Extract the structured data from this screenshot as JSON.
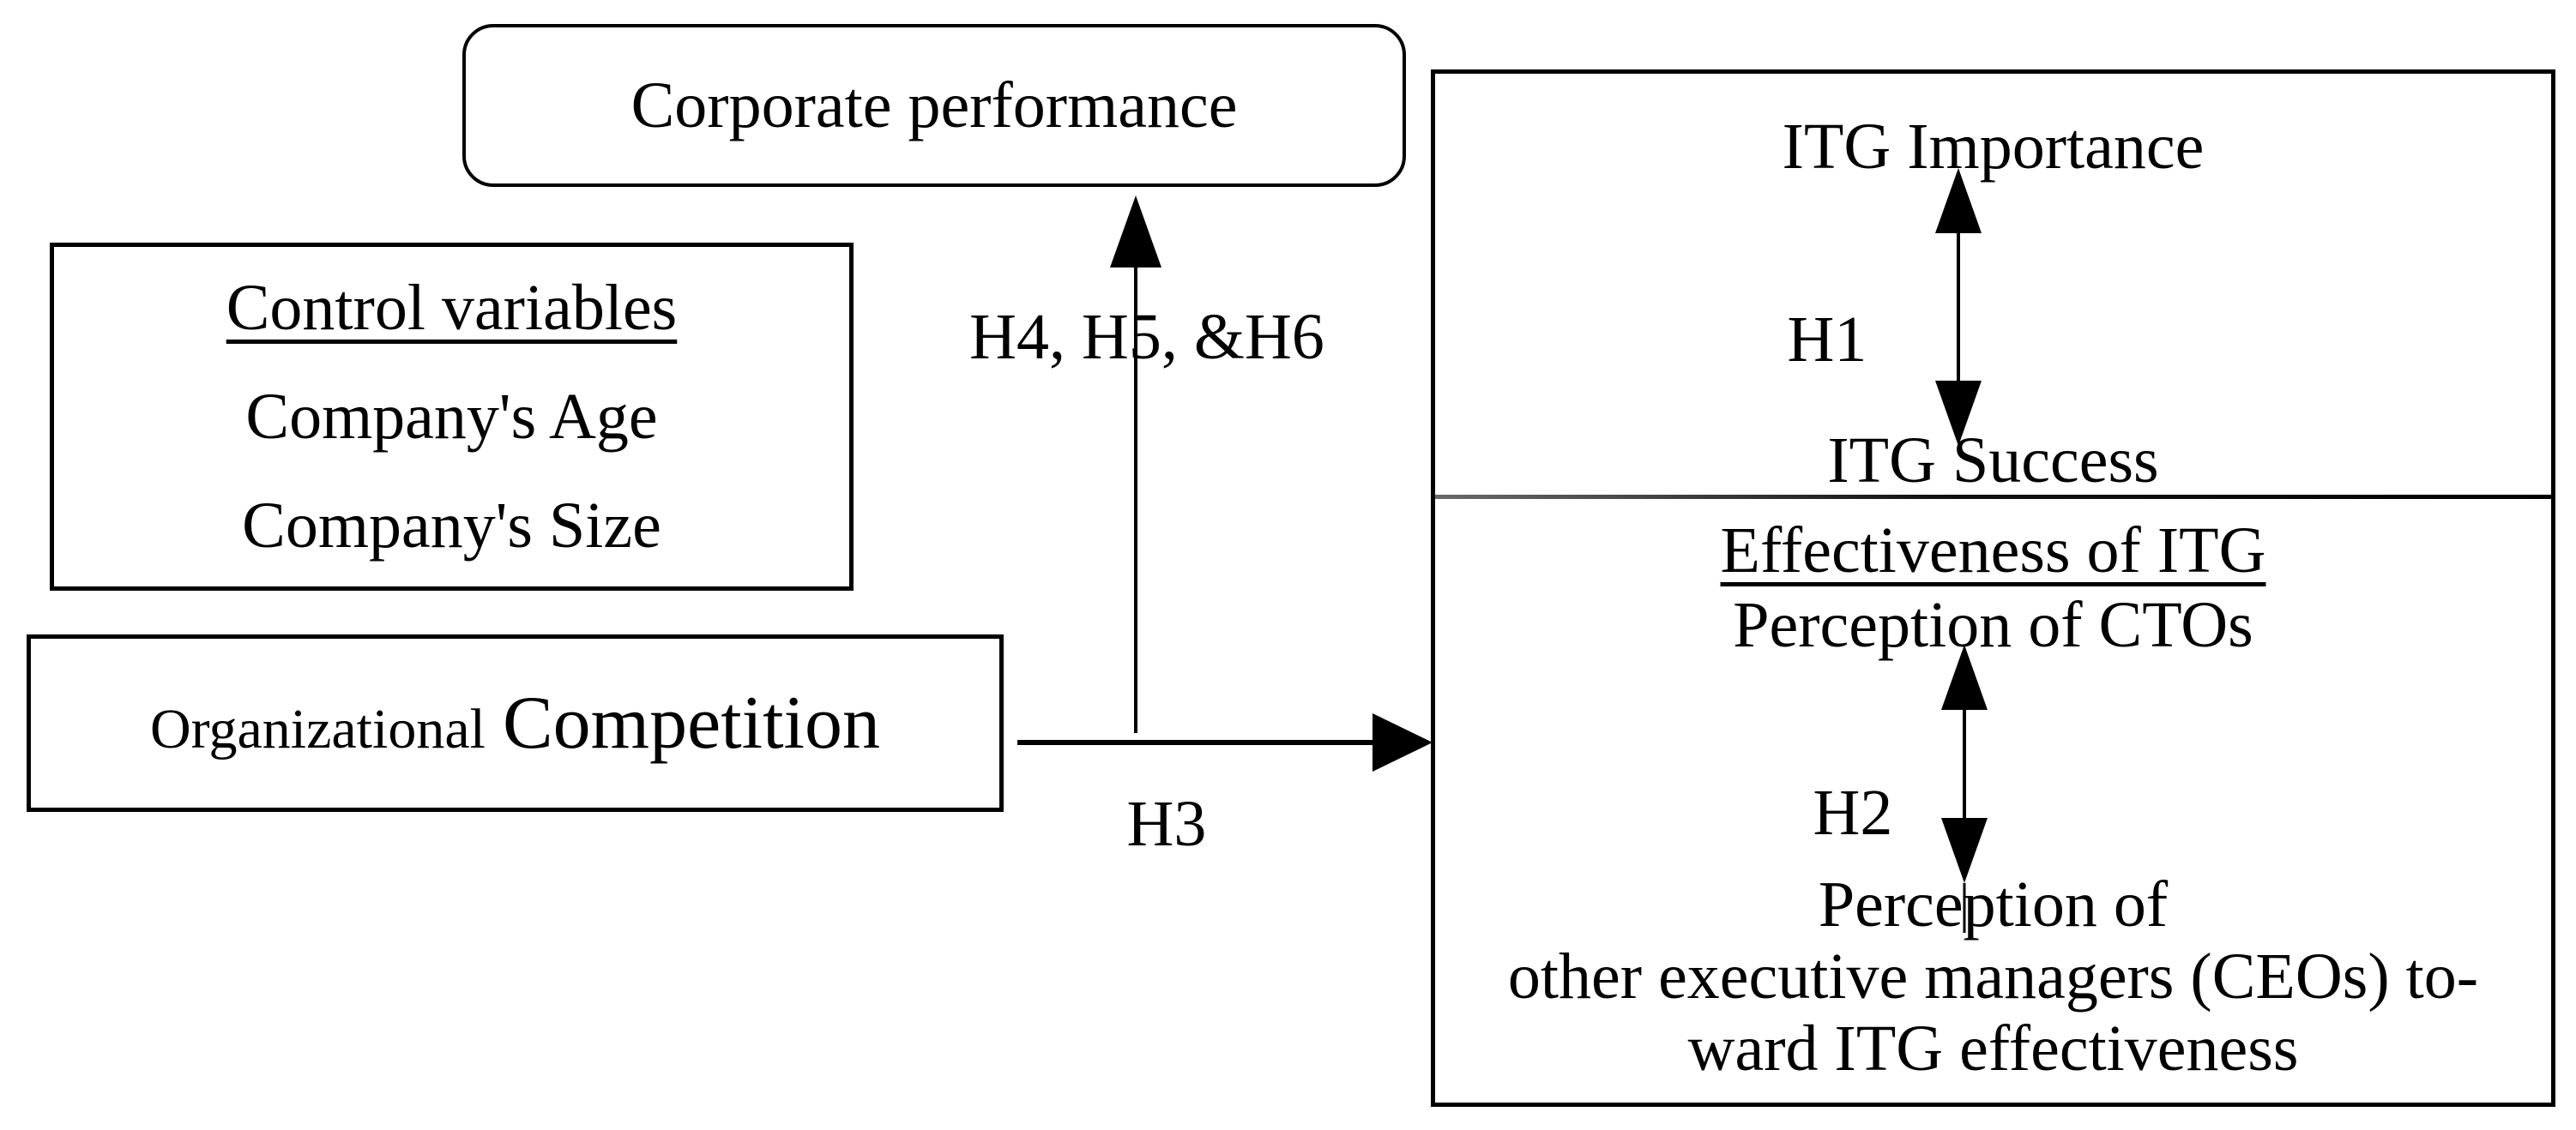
{
  "diagram": {
    "corporate_box": {
      "label": "Corporate performance"
    },
    "control_box": {
      "title": "Control variables",
      "items": [
        "Company's Age",
        "Company's Size"
      ]
    },
    "competition_box": {
      "prefix": "Organizational",
      "emphasis": "Competition"
    },
    "itg_box": {
      "importance_label": "ITG Importance",
      "h1_label": "H1",
      "success_label": "ITG Success",
      "effectiveness_title": "Effectiveness of ITG",
      "cto_label": "Perception of CTOs",
      "h2_label": "H2",
      "ceo_lines": [
        "Perception of",
        "other executive managers (CEOs) to-",
        "ward ITG effectiveness"
      ]
    },
    "arrow_labels": {
      "h456": "H4, H5, &H6",
      "h3": "H3"
    },
    "colors": {
      "line": "#000000",
      "background": "#ffffff"
    }
  }
}
